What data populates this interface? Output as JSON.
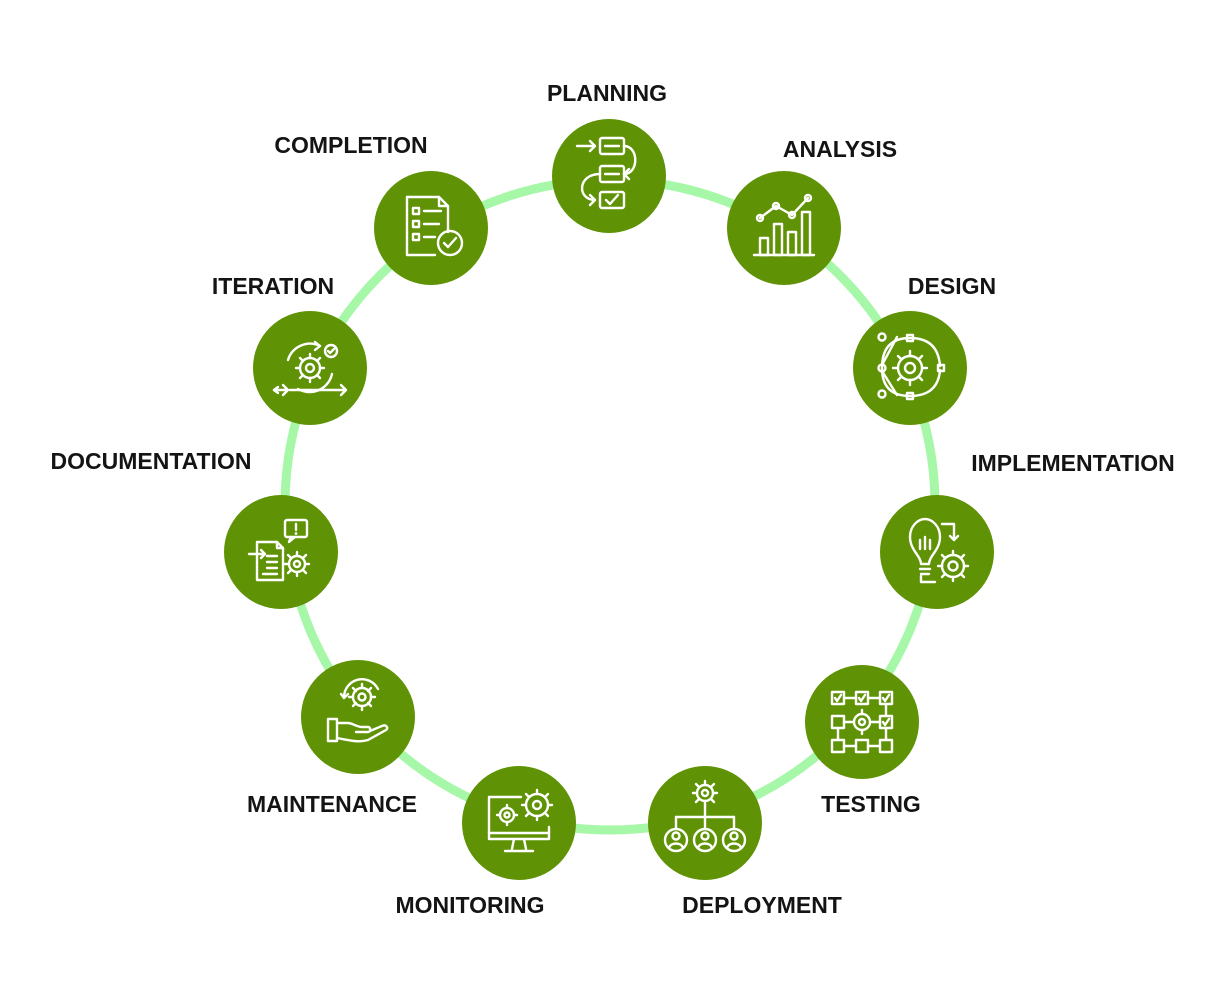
{
  "diagram": {
    "colors": {
      "node": "#5f9305",
      "ring": "#a6f7a8",
      "icon": "#ffffff",
      "label": "#141414"
    },
    "stages": [
      {
        "id": "planning",
        "label": "PLANNING",
        "icon": "flowchart-icon"
      },
      {
        "id": "analysis",
        "label": "ANALYSIS",
        "icon": "bar-chart-trend-icon"
      },
      {
        "id": "design",
        "label": "DESIGN",
        "icon": "gear-vector-design-icon"
      },
      {
        "id": "implementation",
        "label": "IMPLEMENTATION",
        "icon": "lightbulb-gear-icon"
      },
      {
        "id": "testing",
        "label": "TESTING",
        "icon": "checklist-gear-flow-icon"
      },
      {
        "id": "deployment",
        "label": "DEPLOYMENT",
        "icon": "gear-people-hierarchy-icon"
      },
      {
        "id": "monitoring",
        "label": "MONITORING",
        "icon": "monitor-gears-icon"
      },
      {
        "id": "maintenance",
        "label": "MAINTENANCE",
        "icon": "hand-gear-icon"
      },
      {
        "id": "documentation",
        "label": "DOCUMENTATION",
        "icon": "document-gear-alert-icon"
      },
      {
        "id": "iteration",
        "label": "ITERATION",
        "icon": "cycle-gear-icon"
      },
      {
        "id": "completion",
        "label": "COMPLETION",
        "icon": "checklist-document-icon"
      }
    ]
  }
}
